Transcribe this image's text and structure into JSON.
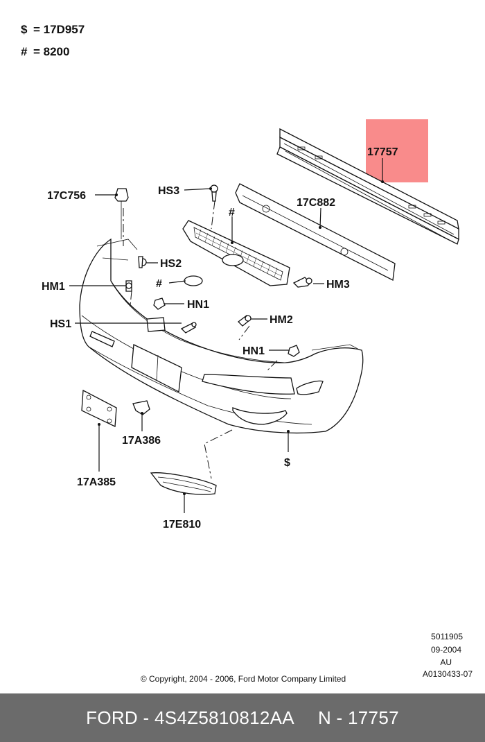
{
  "legend": [
    {
      "symbol": "$",
      "value": "= 17D957"
    },
    {
      "symbol": "#",
      "value": "= 8200"
    }
  ],
  "highlight": {
    "color": "#f98b8b",
    "text_color": "#8b1a1a"
  },
  "labels": {
    "p17757": "17757",
    "p17C756": "17C756",
    "pHS3": "HS3",
    "p17C882": "17C882",
    "pHS2": "HS2",
    "pHM1": "HM1",
    "pHM3": "HM3",
    "pHN1a": "HN1",
    "pHS1": "HS1",
    "pHM2": "HM2",
    "pHN1b": "HN1",
    "p17A386": "17A386",
    "p17A385": "17A385",
    "p17E810": "17E810",
    "hash1": "#",
    "hash2": "#",
    "dollar": "$"
  },
  "meta": {
    "line1": "5011905",
    "line2": "09-2004",
    "line3": "AU",
    "line4": "A0130433-07",
    "copyright": "© Copyright, 2004 - 2006, Ford Motor Company Limited"
  },
  "footer": {
    "brand_part": "FORD - 4S4Z5810812AA",
    "ref": "N - 17757"
  }
}
